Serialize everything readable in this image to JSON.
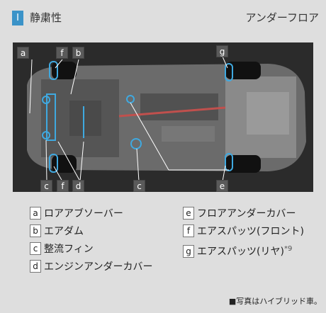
{
  "header": {
    "section_mark": "I",
    "title": "静粛性",
    "subtitle": "アンダーフロア"
  },
  "photo": {
    "top_labels": {
      "a": "a",
      "f": "f",
      "b": "b",
      "g": "g"
    },
    "bottom_labels": {
      "c1": "c",
      "f": "f",
      "d": "d",
      "c2": "c",
      "e": "e"
    },
    "accent_color": "#3fa9e0",
    "exhaust_color": "#c0504d"
  },
  "legend": [
    {
      "key": "a",
      "text": "ロアアブソーバー"
    },
    {
      "key": "b",
      "text": "エアダム"
    },
    {
      "key": "c",
      "text": "整流フィン"
    },
    {
      "key": "d",
      "text": "エンジンアンダーカバー"
    },
    {
      "key": "e",
      "text": "フロアアンダーカバー"
    },
    {
      "key": "f",
      "text": "エアスパッツ(フロント)"
    },
    {
      "key": "g",
      "text": "エアスパッツ(リヤ)",
      "note": "*9"
    }
  ],
  "footnote": "■写真はハイブリッド車。"
}
